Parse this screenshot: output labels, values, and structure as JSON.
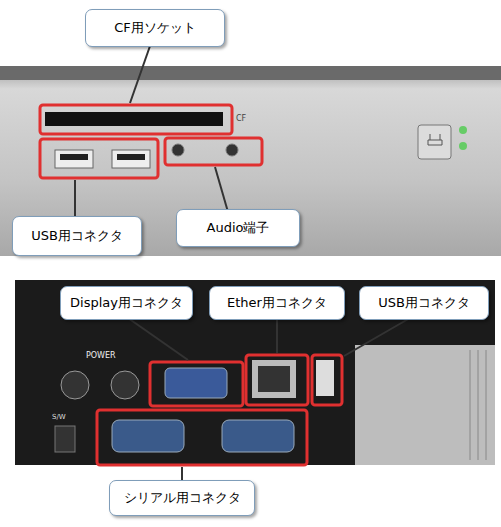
{
  "diagram": {
    "nodes": [
      {
        "text": [
          "CF用ソケット"
        ]
      },
      {
        "text": [
          "USB用コネクタ"
        ]
      },
      {
        "text": [
          "Audio端子"
        ]
      },
      {
        "text": [
          "Display用コネクタ"
        ]
      },
      {
        "text": [
          "Ether用コネクタ"
        ]
      },
      {
        "text": [
          "USB用コネクタ"
        ]
      },
      {
        "text": [
          "シリアル用コネクタ"
        ]
      }
    ],
    "labels": [
      "CF",
      "POWER",
      "S/W"
    ]
  }
}
